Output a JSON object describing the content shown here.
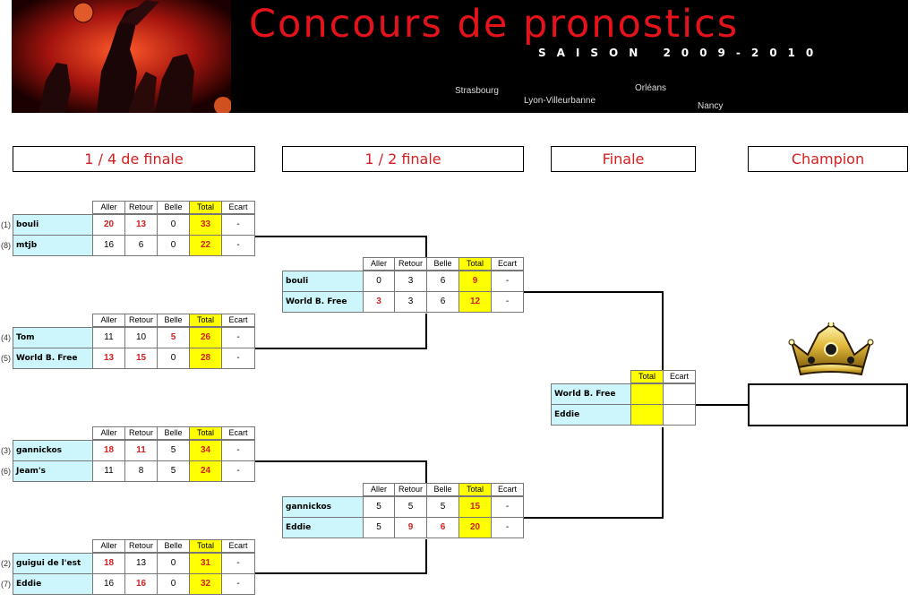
{
  "banner": {
    "title": "Concours de pronostics",
    "season": "SAISON 2009-2010",
    "cities": [
      "Strasbourg",
      "Lyon-Villeurbanne",
      "Orléans",
      "Nancy"
    ]
  },
  "rounds": {
    "quarter": "1 / 4 de finale",
    "semi": "1 / 2 finale",
    "final": "Finale",
    "champion": "Champion"
  },
  "columns": {
    "aller": "Aller",
    "retour": "Retour",
    "belle": "Belle",
    "total": "Total",
    "ecart": "Ecart"
  },
  "quarterfinals": [
    {
      "rows": [
        {
          "seed": "(1)",
          "name": "bouli",
          "aller": "20",
          "retour": "13",
          "belle": "0",
          "total": "33",
          "ecart": "-"
        },
        {
          "seed": "(8)",
          "name": "mtjb",
          "aller": "16",
          "retour": "6",
          "belle": "0",
          "total": "22",
          "ecart": "-"
        }
      ]
    },
    {
      "rows": [
        {
          "seed": "(4)",
          "name": "Tom",
          "aller": "11",
          "retour": "10",
          "belle": "5",
          "total": "26",
          "ecart": "-"
        },
        {
          "seed": "(5)",
          "name": "World B. Free",
          "aller": "13",
          "retour": "15",
          "belle": "0",
          "total": "28",
          "ecart": "-"
        }
      ]
    },
    {
      "rows": [
        {
          "seed": "(3)",
          "name": "gannickos",
          "aller": "18",
          "retour": "11",
          "belle": "5",
          "total": "34",
          "ecart": "-"
        },
        {
          "seed": "(6)",
          "name": "Jeam's",
          "aller": "11",
          "retour": "8",
          "belle": "5",
          "total": "24",
          "ecart": "-"
        }
      ]
    },
    {
      "rows": [
        {
          "seed": "(2)",
          "name": "guigui de l'est",
          "aller": "18",
          "retour": "13",
          "belle": "0",
          "total": "31",
          "ecart": "-"
        },
        {
          "seed": "(7)",
          "name": "Eddie",
          "aller": "16",
          "retour": "16",
          "belle": "0",
          "total": "32",
          "ecart": "-"
        }
      ]
    }
  ],
  "semifinals": [
    {
      "rows": [
        {
          "name": "bouli",
          "aller": "0",
          "retour": "3",
          "belle": "6",
          "total": "9",
          "ecart": "-"
        },
        {
          "name": "World B. Free",
          "aller": "3",
          "retour": "3",
          "belle": "6",
          "total": "12",
          "ecart": "-"
        }
      ]
    },
    {
      "rows": [
        {
          "name": "gannickos",
          "aller": "5",
          "retour": "5",
          "belle": "5",
          "total": "15",
          "ecart": "-"
        },
        {
          "name": "Eddie",
          "aller": "5",
          "retour": "9",
          "belle": "6",
          "total": "20",
          "ecart": "-"
        }
      ]
    }
  ],
  "final": {
    "rows": [
      {
        "name": "World B. Free",
        "total": "",
        "ecart": ""
      },
      {
        "name": "Eddie",
        "total": "",
        "ecart": ""
      }
    ]
  },
  "champion": {
    "name": ""
  },
  "colors": {
    "accent": "#d21f1f",
    "name_bg": "#ccf6fb",
    "total_bg": "#ffff00"
  },
  "icons": {
    "crown": "crown-icon"
  }
}
